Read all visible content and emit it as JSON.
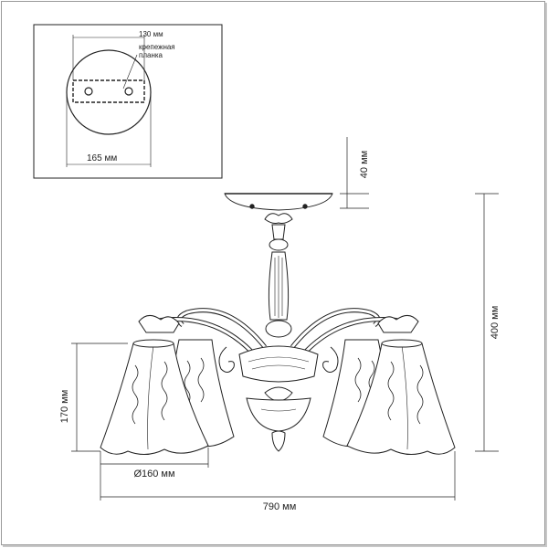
{
  "mount_detail": {
    "bracket_width": "130 мм",
    "bracket_label_line1": "крепежная",
    "bracket_label_line2": "планка",
    "base_diameter": "165 мм"
  },
  "dimensions": {
    "canopy_height": "40 мм",
    "total_height": "400 мм",
    "shade_height": "170 мм",
    "shade_diameter": "Ø160 мм",
    "total_width": "790 мм"
  },
  "colors": {
    "line": "#222222",
    "shade_fill": "#ffffff",
    "frame": "#999999"
  }
}
